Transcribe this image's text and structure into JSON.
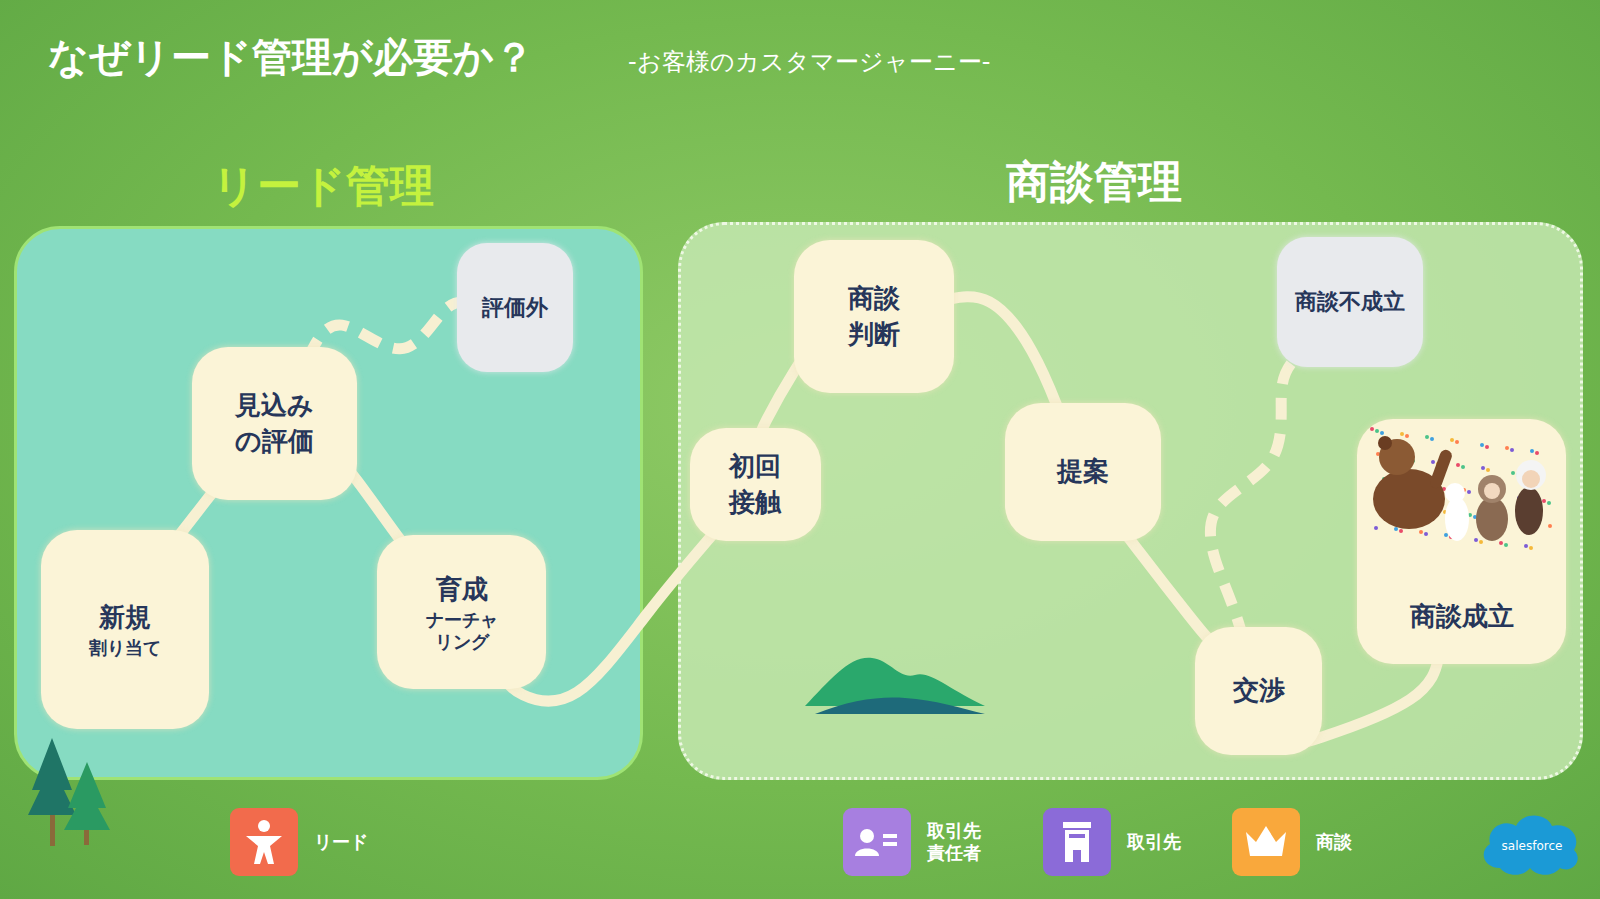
{
  "diagram": {
    "title": "なぜリード管理が必要か？",
    "nodes": [
      {
        "text": [
          "リード管理"
        ]
      },
      {
        "text": [
          "新規",
          "割り当て"
        ],
        "in": 0
      },
      {
        "text": [
          "見込み の評価"
        ],
        "in": 0
      },
      {
        "text": [
          "評価外"
        ],
        "in": 0
      },
      {
        "text": [
          "育成",
          "ナーチャ リング"
        ],
        "in": 0
      },
      {
        "text": [
          "商談管理"
        ]
      },
      {
        "text": [
          "初回 接触"
        ],
        "in": 5
      },
      {
        "text": [
          "商談 判断"
        ],
        "in": 5
      },
      {
        "text": [
          "提案"
        ],
        "in": 5
      },
      {
        "text": [
          "交渉"
        ],
        "in": 5
      },
      {
        "text": [
          "商談不成立"
        ],
        "in": 5
      },
      {
        "text": [
          "商談成立"
        ],
        "in": 5
      }
    ],
    "edges": [
      {
        "from": 1,
        "to": 2,
        "arrow": "none"
      },
      {
        "from": 2,
        "to": 3,
        "arrow": "none"
      },
      {
        "from": 2,
        "to": 4,
        "arrow": "none"
      },
      {
        "from": 4,
        "to": 6,
        "arrow": "none"
      },
      {
        "from": 6,
        "to": 7,
        "arrow": "none"
      },
      {
        "from": 7,
        "to": 8,
        "arrow": "none"
      },
      {
        "from": 8,
        "to": 9,
        "arrow": "none"
      },
      {
        "from": 9,
        "to": 10,
        "arrow": "none"
      },
      {
        "from": 9,
        "to": 11,
        "arrow": "none"
      }
    ],
    "labels": [
      "-お客様のカスタマージャーニー-",
      "salesforce"
    ],
    "legend": [
      {
        "text": "リード",
        "color": "#f26b4c"
      },
      {
        "text": "取引先 責任者",
        "color": "#a77fe0"
      },
      {
        "text": "取引先",
        "color": "#8b6bd8"
      },
      {
        "text": "商談",
        "color": "#f9a83c"
      }
    ]
  }
}
